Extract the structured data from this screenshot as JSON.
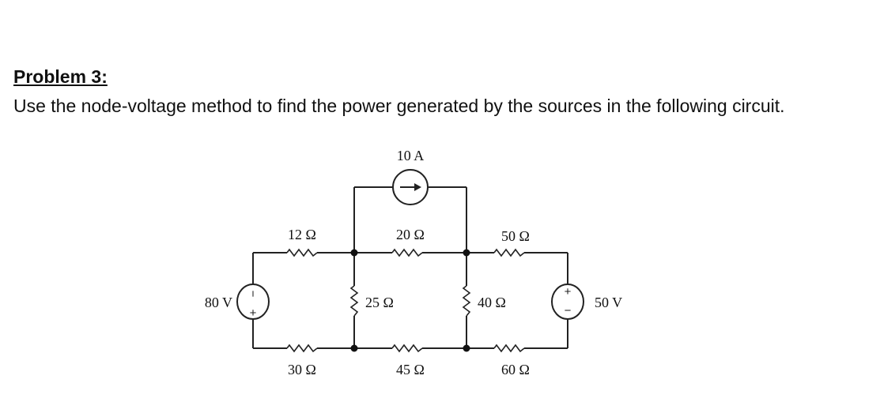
{
  "problem": {
    "heading": "Problem 3:",
    "text": "Use the node-voltage method to find the power generated by the sources in the following circuit."
  },
  "circuit": {
    "current_source": "10 A",
    "r_top_left": "12 Ω",
    "r_top_mid": "20 Ω",
    "r_top_right": "50 Ω",
    "r_vert_left": "25 Ω",
    "r_vert_right": "40 Ω",
    "r_bot_left": "30 Ω",
    "r_bot_mid": "45 Ω",
    "r_bot_right": "60 Ω",
    "v_source_left": "80 V",
    "v_source_right": "50 V",
    "plus_sign": "+",
    "minus_sign": "−"
  }
}
